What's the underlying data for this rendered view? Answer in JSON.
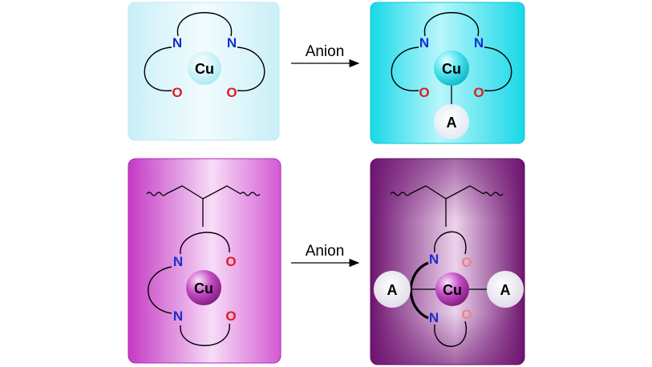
{
  "panels": {
    "top_left": {
      "metal": "Cu",
      "n1": "N",
      "n2": "N",
      "o1": "O",
      "o2": "O"
    },
    "top_right": {
      "metal": "Cu",
      "n1": "N",
      "n2": "N",
      "o1": "O",
      "o2": "O",
      "anion": "A"
    },
    "bottom_left": {
      "metal": "Cu",
      "n1": "N",
      "n2": "N",
      "o1": "O",
      "o2": "O"
    },
    "bottom_right": {
      "metal": "Cu",
      "n1": "N",
      "n2": "N",
      "o1": "O",
      "o2": "O",
      "anion_left": "A",
      "anion_right": "A"
    }
  },
  "arrows": {
    "top": {
      "label": "Anion"
    },
    "bottom": {
      "label": "Anion"
    }
  },
  "colors": {
    "nitrogen": "#1a2ecc",
    "oxygen": "#e01b1b",
    "oxygen_faded": "#f08080",
    "cyan": "#19e0ee",
    "magenta": "#c030c0",
    "purple": "#7a1a78"
  }
}
